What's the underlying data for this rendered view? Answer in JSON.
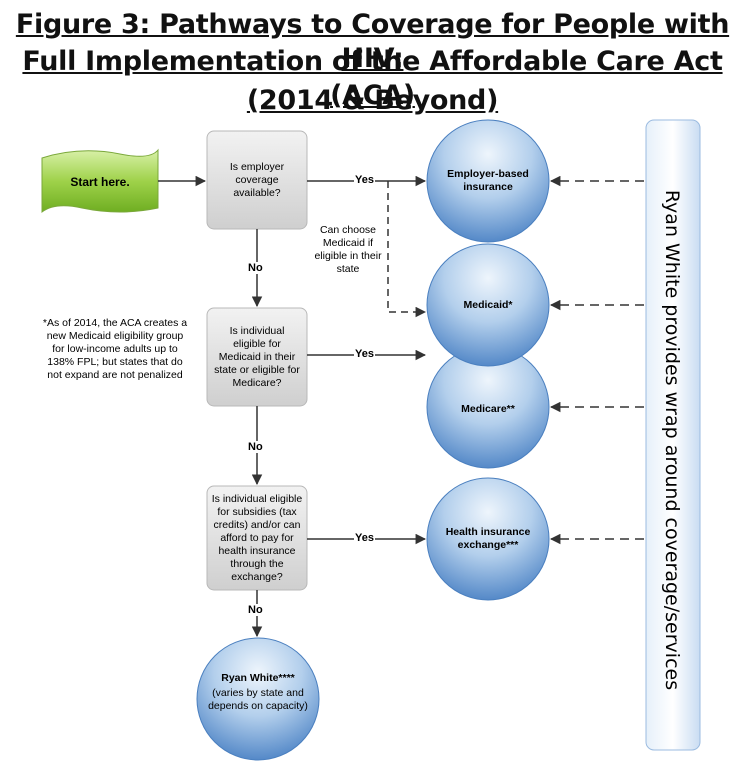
{
  "title": {
    "line1": "Figure 3: Pathways to Coverage for People with HIV:",
    "line2": "Full Implementation of the Affordable Care Act (ACA)",
    "line3": "(2014 & Beyond)"
  },
  "start": "Start here.",
  "questions": {
    "q1": "Is employer coverage available?",
    "q2": "Is individual eligible for Medicaid in their state or eligible for Medicare?",
    "q3": "Is individual eligible for subsidies (tax credits) and/or can afford to pay for health insurance through the exchange?"
  },
  "outcomes": {
    "employer": "Employer-based insurance",
    "medicaid": "Medicaid*",
    "medicare": "Medicare**",
    "exchange": "Health insurance exchange***",
    "ryan_white_title": "Ryan White****",
    "ryan_white_sub": "(varies by state and depends on capacity)"
  },
  "edge_labels": {
    "yes1": "Yes",
    "yes2": "Yes",
    "yes3": "Yes",
    "no1": "No",
    "no2": "No",
    "no3": "No"
  },
  "notes": {
    "choose_medicaid": "Can choose Medicaid if eligible in their state",
    "aca_note": "*As of 2014, the ACA creates a new Medicaid eligibility group for low-income adults up to 138% FPL; but states that do not expand are not penalized"
  },
  "ryan_white_bar": "Ryan White provides wrap around coverage/services"
}
